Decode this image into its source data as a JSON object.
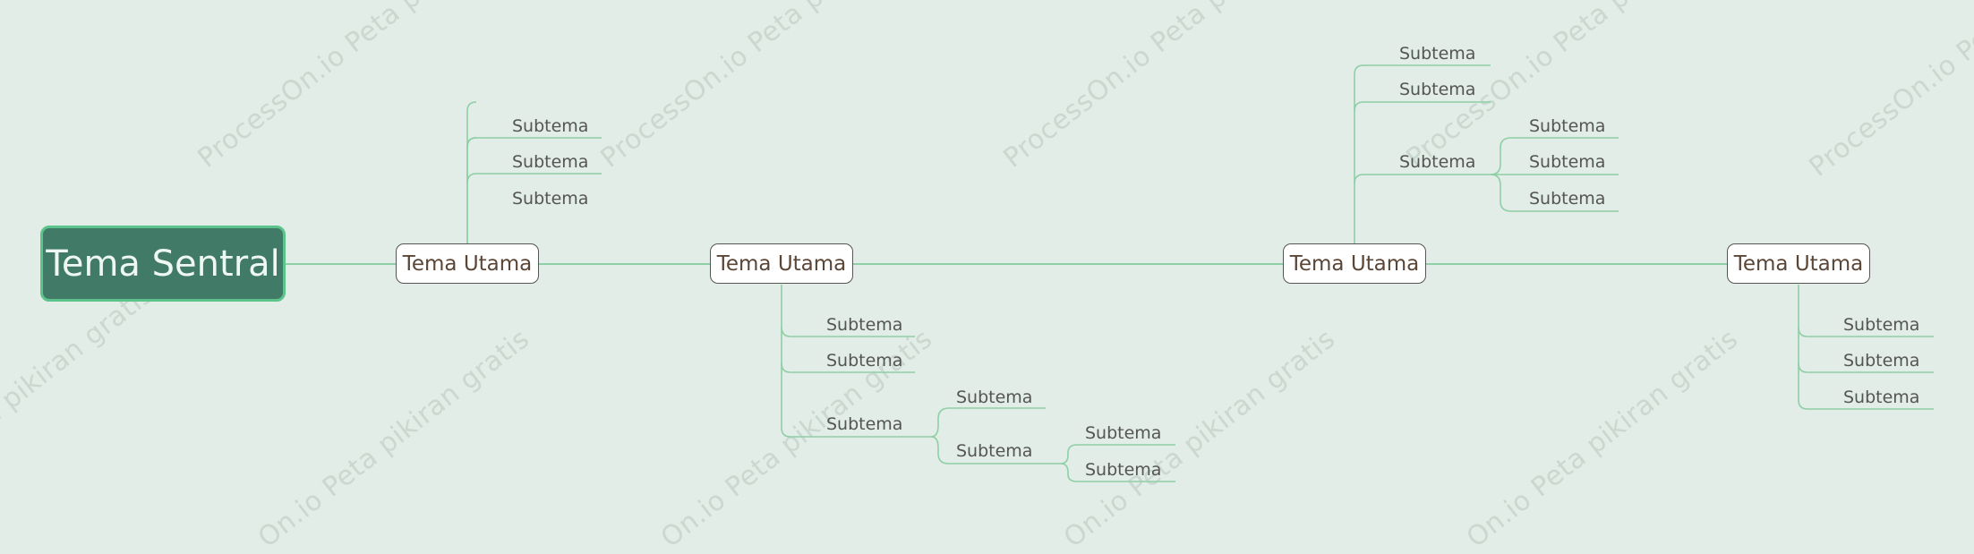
{
  "central_topic": "Tema Sentral",
  "main_topics": [
    "Tema Utama",
    "Tema Utama",
    "Tema Utama",
    "Tema Utama"
  ],
  "subtopic_label": "Subtema",
  "watermark_top": "ProcessOn.io Peta pikiran",
  "watermark_bottom": "On.io Peta pikiran gratis",
  "colors": {
    "background": "#e1ede6",
    "central_fill": "#417b67",
    "central_border": "#5cc48b",
    "connector": "#8fcfa6",
    "main_topic_text": "#5a4636"
  }
}
